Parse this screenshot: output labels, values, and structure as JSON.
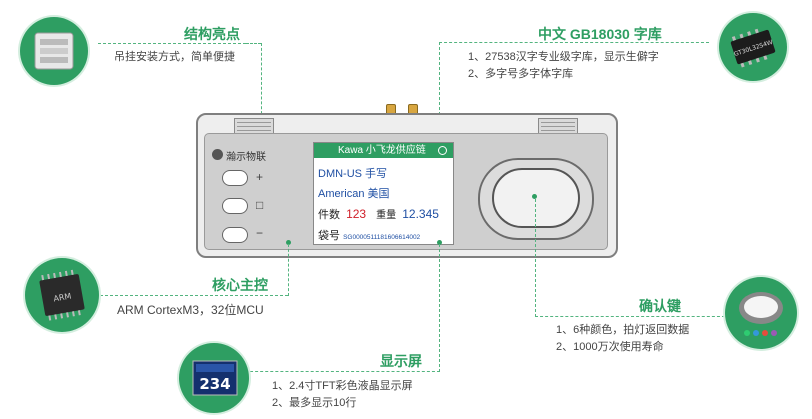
{
  "features": {
    "structure": {
      "title": "结构亮点",
      "desc": "吊挂安装方式，简单便捷"
    },
    "font_lib": {
      "title": "中文 GB18030 字库",
      "lines": [
        "1、27538汉字专业级字库，显示生僻字",
        "2、多字号多字体字库"
      ]
    },
    "core": {
      "title": "核心主控",
      "desc": "ARM CortexM3，32位MCU"
    },
    "confirm_key": {
      "title": "确认键",
      "lines": [
        "1、6种颜色，拍灯返回数据",
        "2、1000万次使用寿命"
      ]
    },
    "display": {
      "title": "显示屏",
      "lines": [
        "1、2.4寸TFT彩色液晶显示屏",
        "2、最多显示10行"
      ]
    }
  },
  "device": {
    "brand": "瀚示物联",
    "buttons": [
      "+",
      "□",
      "−"
    ],
    "screen": {
      "header": "Kawa 小飞龙供应链",
      "line1": "DMN-US 手写",
      "line2": "American 美国",
      "qty_label": "件数",
      "qty_value": "123",
      "weight_label": "重量",
      "weight_value": "12.345",
      "bag_label": "袋号",
      "bag_value": "SG0000511181606614002"
    }
  },
  "thumbs": {
    "display_number": "234",
    "chip_text": "ARM"
  },
  "colors": {
    "accent": "#2e9e62",
    "screen_red": "#d0202a",
    "screen_blue": "#1f4fa3"
  }
}
